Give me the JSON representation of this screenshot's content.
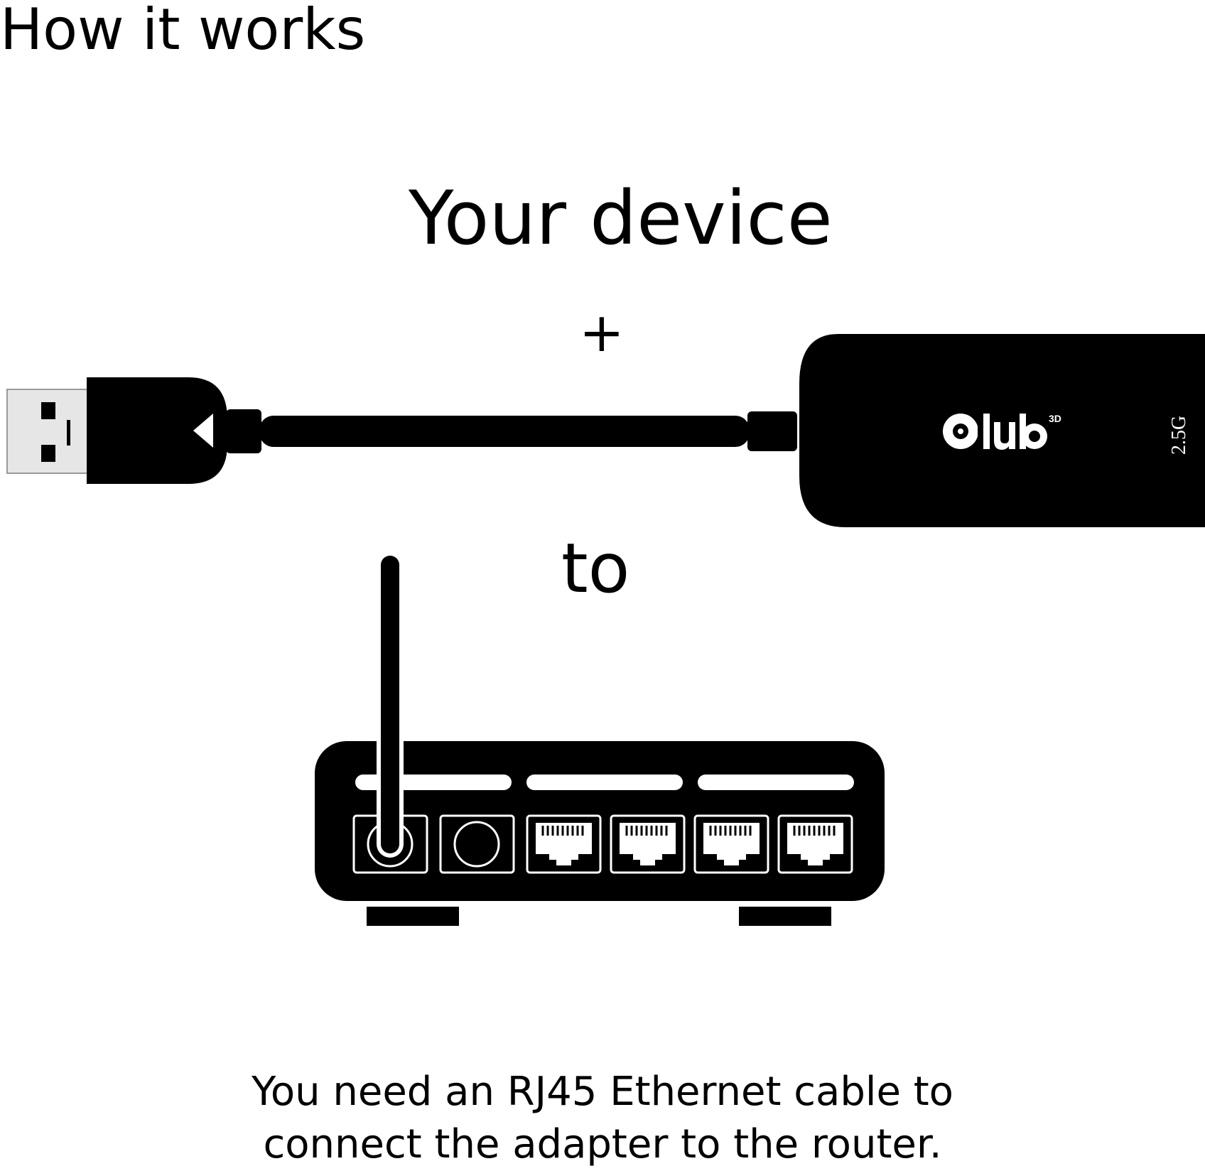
{
  "header": {
    "title": "How it works"
  },
  "diagram": {
    "device_label": "Your device",
    "plus_sign": "+",
    "connector_word": "to",
    "adapter": {
      "brand_logo": "club3D",
      "speed_label": "2.5G"
    },
    "icons": {
      "usb_plug": "usb-a-plug-icon",
      "adapter": "ethernet-adapter-icon",
      "router": "router-icon",
      "antenna": "antenna-icon",
      "rj45_port": "rj45-port-icon",
      "power_port": "power-port-icon"
    }
  },
  "caption": {
    "line1": "You need an RJ45 Ethernet cable to",
    "line2": "connect the adapter to the router."
  },
  "colors": {
    "foreground": "#000000",
    "background": "#ffffff",
    "plug_metal": "#d9d9d9"
  }
}
